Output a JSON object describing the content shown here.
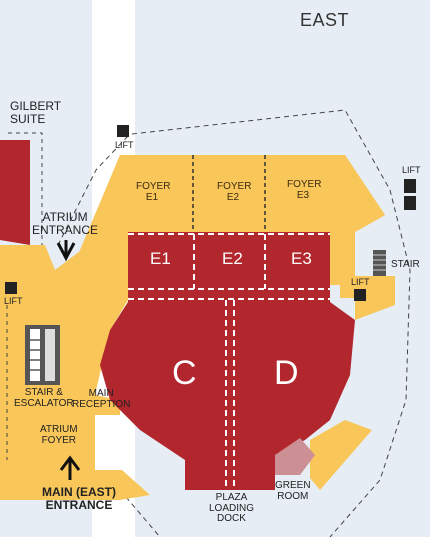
{
  "colors": {
    "background": "#e6edf5",
    "corridor": "#ffffff",
    "foyer": "#f9c65a",
    "hall": "#b1272d",
    "green_room": "#cc8f93",
    "dark": "#222222",
    "dashed_line": "#444444"
  },
  "labels": {
    "east": "EAST",
    "gilbert_suite": [
      "GILBERT",
      "SUITE"
    ],
    "atrium_entrance": [
      "ATRIUM",
      "ENTRANCE"
    ],
    "lift": "LIFT",
    "stair": "STAIR",
    "stair_escalator": [
      "STAIR &",
      "ESCALATOR"
    ],
    "main_reception": [
      "MAIN",
      "RECEPTION"
    ],
    "atrium_foyer": [
      "ATRIUM",
      "FOYER"
    ],
    "main_east_entrance": [
      "MAIN (EAST)",
      "ENTRANCE"
    ],
    "plaza_loading_dock": [
      "PLAZA",
      "LOADING",
      "DOCK"
    ],
    "green_room": [
      "GREEN",
      "ROOM"
    ]
  },
  "foyers": [
    {
      "line1": "FOYER",
      "line2": "E1"
    },
    {
      "line1": "FOYER",
      "line2": "E2"
    },
    {
      "line1": "FOYER",
      "line2": "E3"
    }
  ],
  "halls": [
    "E1",
    "E2",
    "E3",
    "C",
    "D"
  ],
  "icons": [
    "lift-icon",
    "stair-icon",
    "escalator-icon",
    "arrow-down-icon",
    "arrow-up-icon"
  ]
}
